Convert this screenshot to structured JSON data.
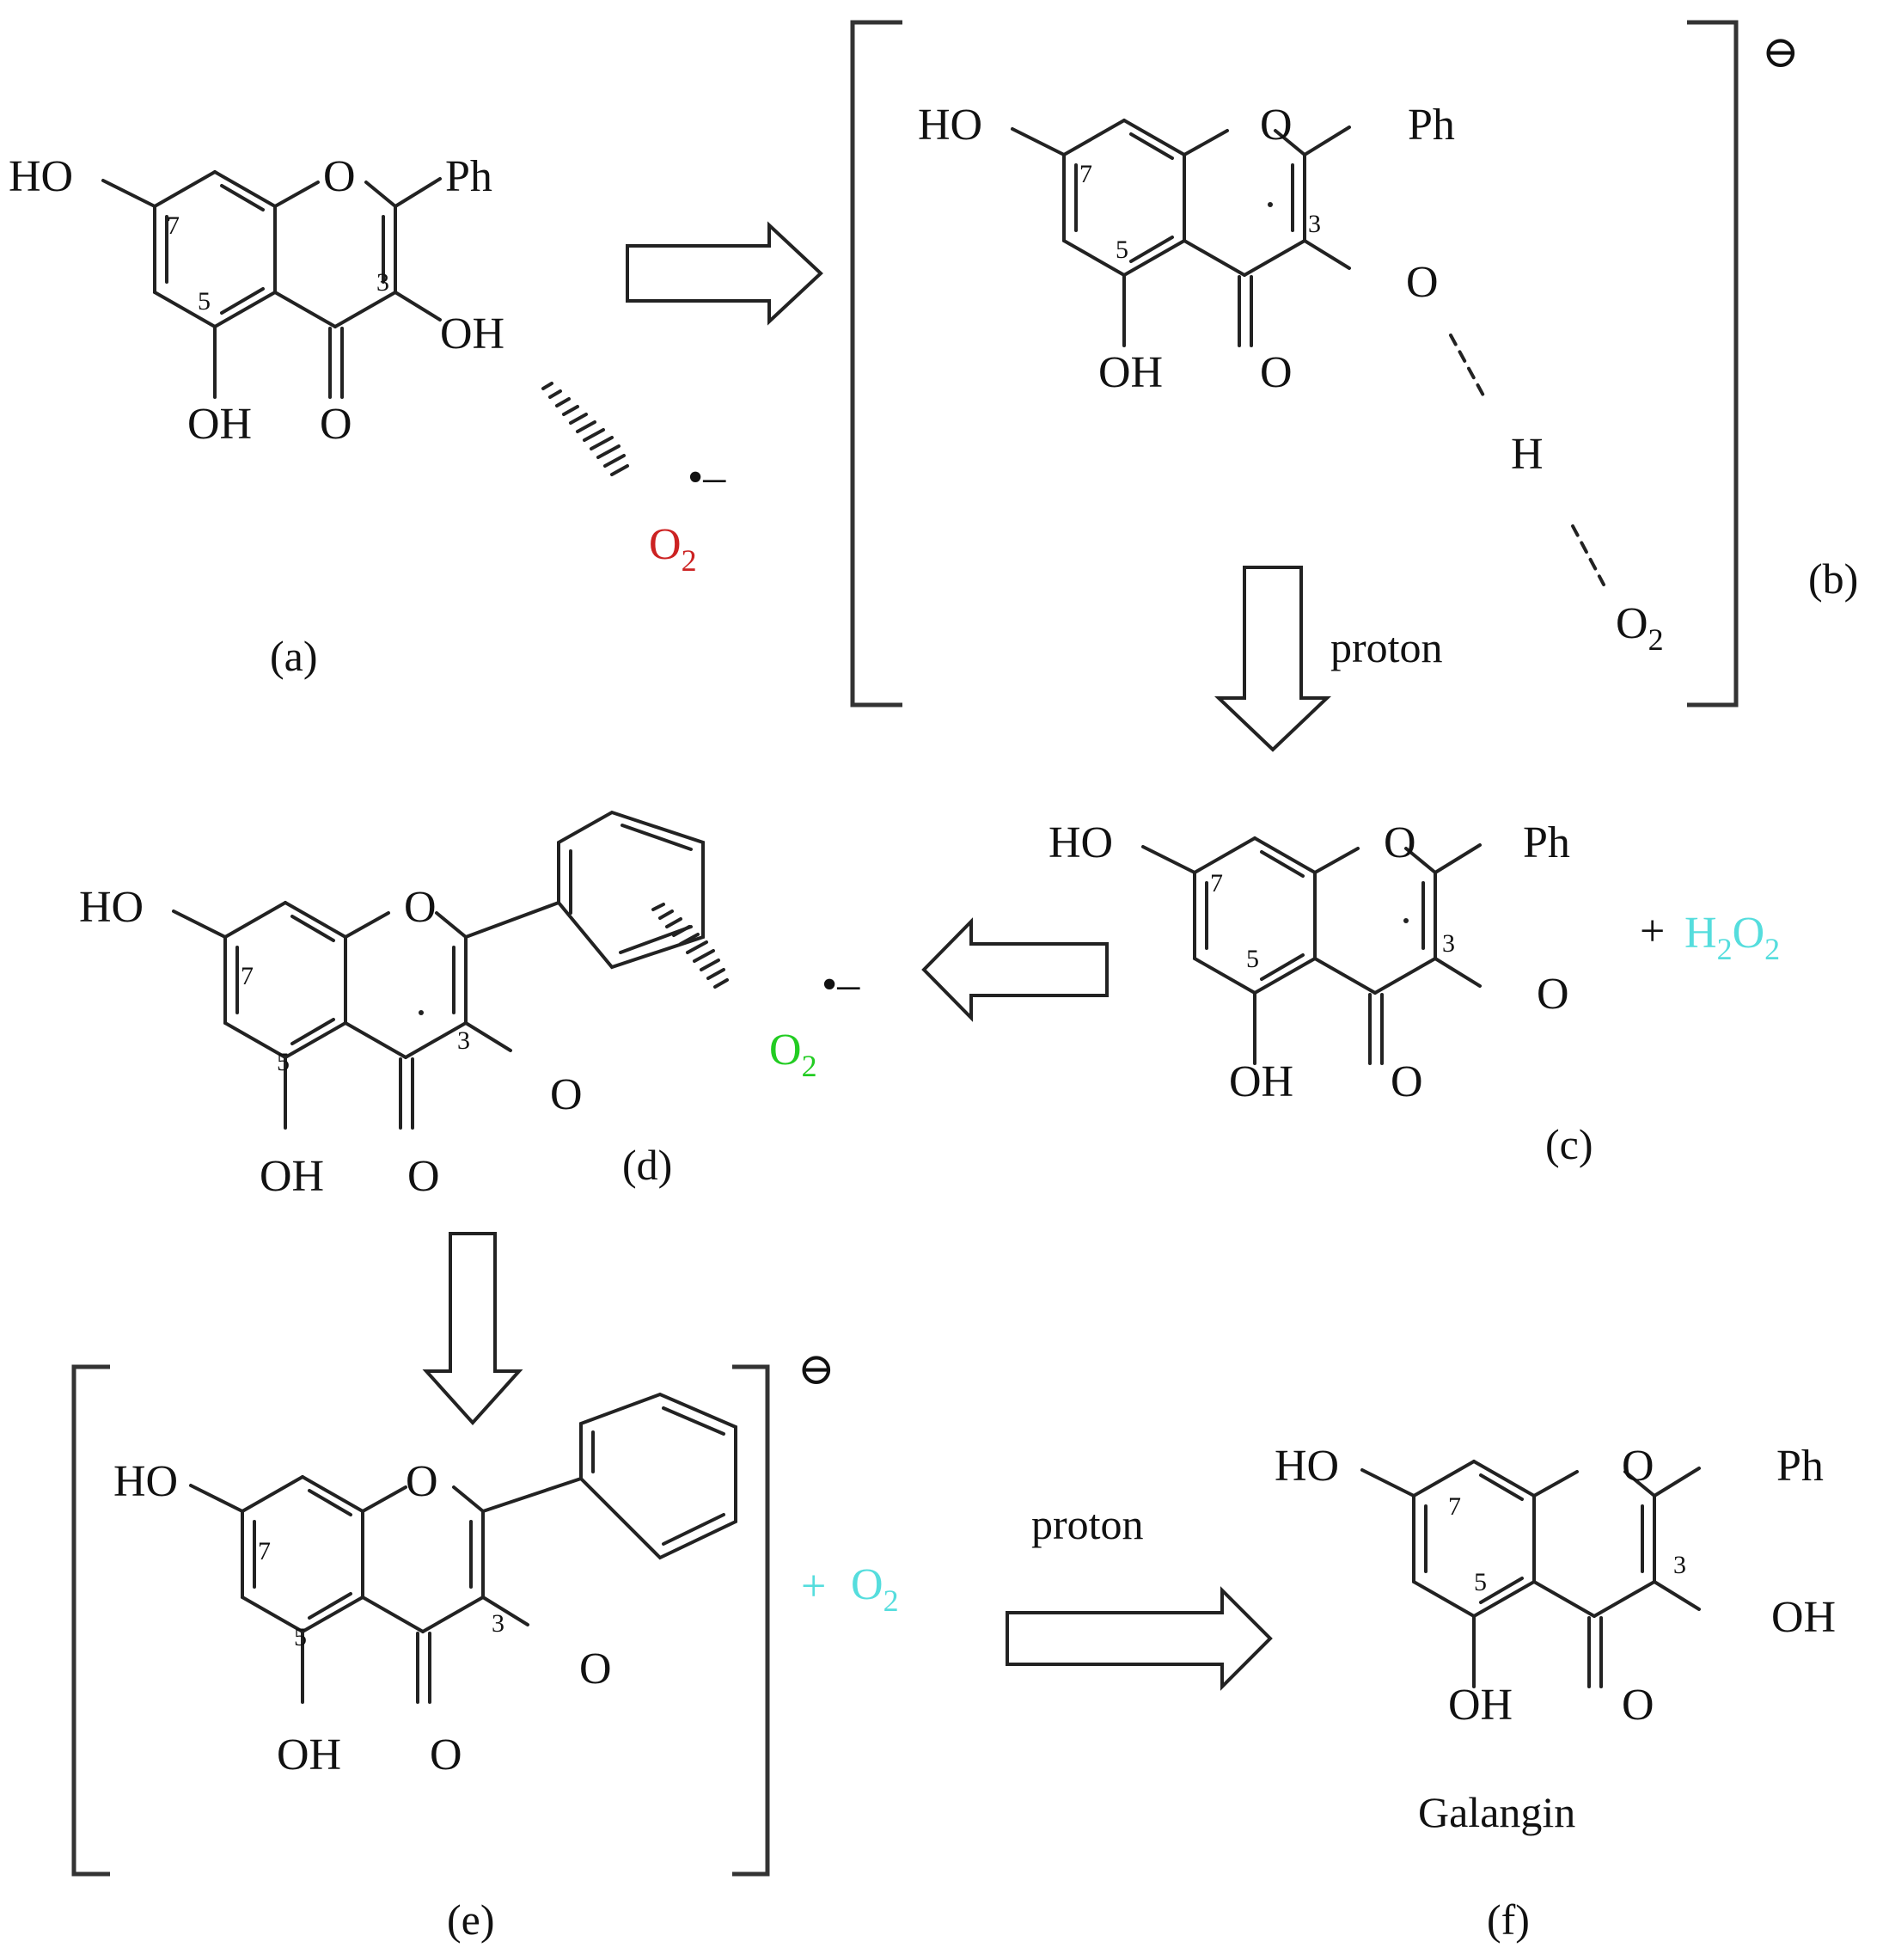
{
  "figure": {
    "colors": {
      "ink": "#111111",
      "red_o2": "#cc2222",
      "green_o2": "#22cc22",
      "cyan_species": "#55dddd"
    },
    "molecule_labels": {
      "ho": "HO",
      "o": "O",
      "oh": "OH",
      "ph": "Ph",
      "h": "H",
      "pos7": "7",
      "pos5": "5",
      "pos3": "3"
    },
    "species": {
      "o2_base": "O",
      "o2_sub": "2",
      "h2o2_h": "H",
      "h2o2_h_sub": "2",
      "h2o2_o": "O",
      "h2o2_o_sub": "2",
      "plus": "+",
      "radical_mark": "•–",
      "anion_mark": "⊖"
    },
    "step_labels": {
      "a": "(a)",
      "b": "(b)",
      "c": "(c)",
      "d": "(d)",
      "e": "(e)",
      "f": "(f)"
    },
    "arrow_labels": {
      "proton_b_to_c": "proton",
      "proton_e_to_f": "proton"
    },
    "product_name": "Galangin"
  }
}
